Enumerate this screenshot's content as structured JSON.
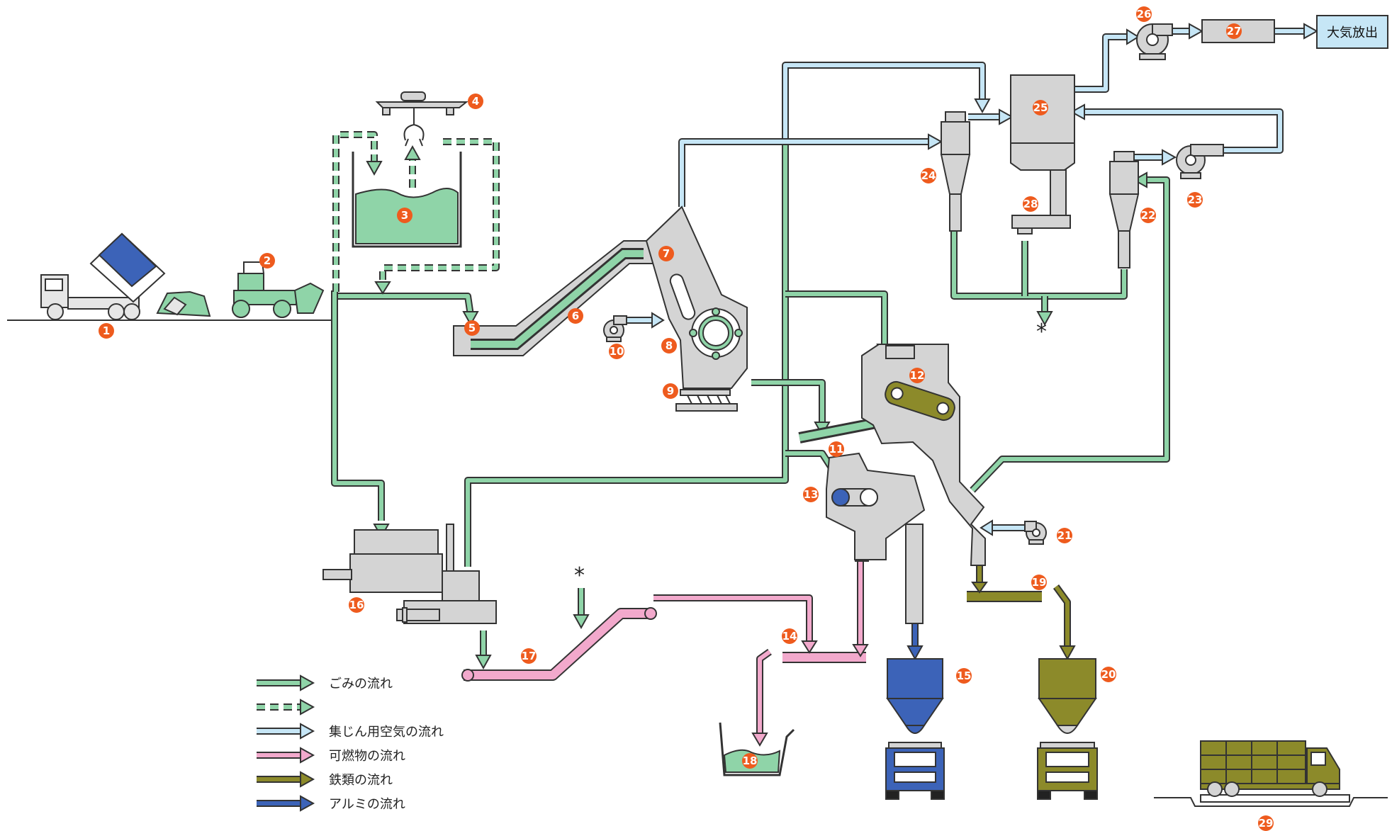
{
  "colors": {
    "refuse": "#8fd4a8",
    "dust_air": "#c6e6f6",
    "combustible": "#f2a9cc",
    "iron": "#8c8a2a",
    "aluminum": "#3c63b8",
    "machine": "#d4d4d4",
    "marker": "#ee5b1e"
  },
  "markers": [
    "1",
    "2",
    "3",
    "4",
    "5",
    "6",
    "7",
    "8",
    "9",
    "10",
    "11",
    "12",
    "13",
    "14",
    "15",
    "16",
    "17",
    "18",
    "19",
    "20",
    "21",
    "22",
    "23",
    "24",
    "25",
    "26",
    "27",
    "28",
    "29"
  ],
  "output_label": "大気放出",
  "asterisk": "*",
  "legend": [
    {
      "text": "ごみの流れ",
      "color": "#8fd4a8",
      "style": "solid"
    },
    {
      "text": "",
      "color": "#8fd4a8",
      "style": "dashed"
    },
    {
      "text": "集じん用空気の流れ",
      "color": "#c6e6f6",
      "style": "solid"
    },
    {
      "text": "可燃物の流れ",
      "color": "#f2a9cc",
      "style": "solid"
    },
    {
      "text": "鉄類の流れ",
      "color": "#8c8a2a",
      "style": "solid"
    },
    {
      "text": "アルミの流れ",
      "color": "#3c63b8",
      "style": "solid"
    }
  ]
}
